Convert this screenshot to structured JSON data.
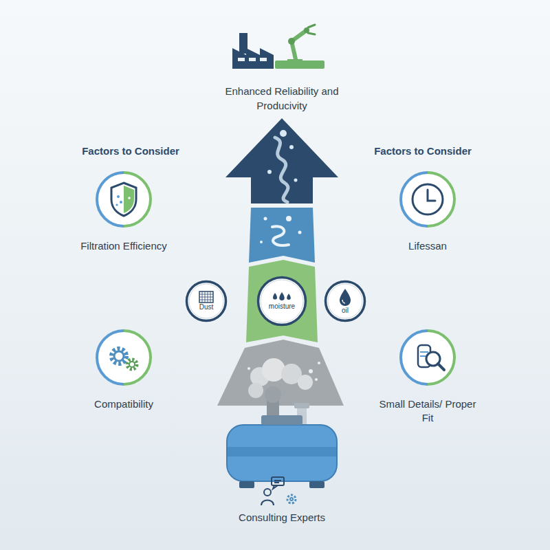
{
  "diagram": {
    "title": "Enhanced Reliability and Producivity",
    "nodes": [
      {
        "text": [
          "Filtration Efficiency"
        ]
      },
      {
        "text": [
          "Lifessan"
        ]
      },
      {
        "text": [
          "Dust"
        ]
      },
      {
        "text": [
          "moisture"
        ]
      },
      {
        "text": [
          "oil"
        ]
      },
      {
        "text": [
          "Compatibility"
        ]
      },
      {
        "text": [
          "Small Details/ Proper Fit"
        ]
      }
    ],
    "labels": [
      "Factors to Consider",
      "Factors to Consider",
      "Consulting Experts"
    ]
  }
}
